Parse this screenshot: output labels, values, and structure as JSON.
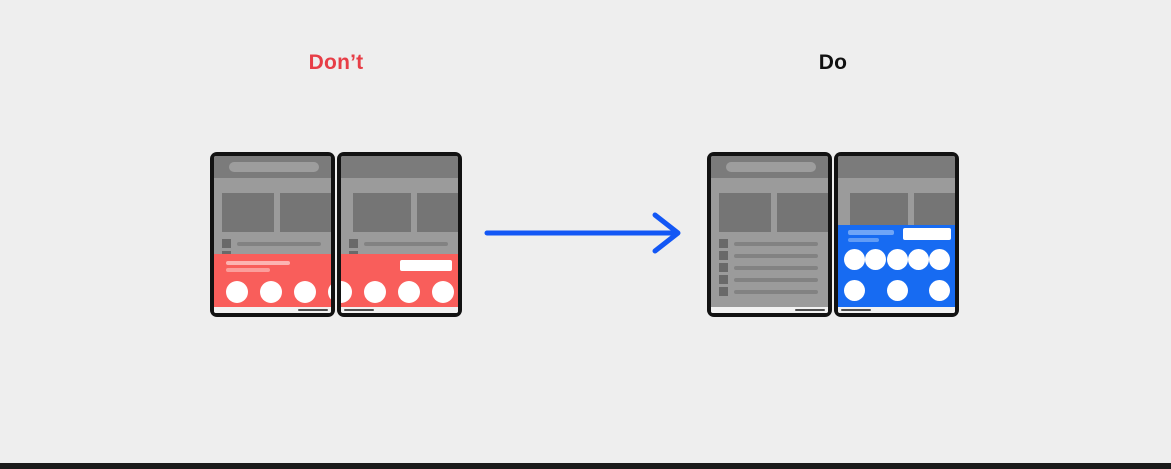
{
  "labels": {
    "dont": "Don’t",
    "do": "Do"
  },
  "colors": {
    "bg": "#EEEEEE",
    "bezel": "#121212",
    "body": "#9B9B9B",
    "topbar": "#7B7B7B",
    "pill": "#9D9D9D",
    "card": "#757575",
    "line": "#828282",
    "square": "#696969",
    "sheet_red": "#F95E5B",
    "red_line1": "#FCB4B2",
    "red_line2": "#FB9E9B",
    "sheet_blue": "#176BF2",
    "blue_line": "#6FA5F7",
    "white": "#FFFFFF",
    "syspanel": "#F2F2F2",
    "indicator": "#4D4D4D",
    "arrow_blue": "#1357F5",
    "dont_label": "#E73E47",
    "do_label": "#111111",
    "bottom_edge": "#1A1A1A"
  },
  "arrow": {
    "icon": "arrow-right-icon",
    "direction": "right"
  },
  "counts": {
    "dont_left_list_rows": 3,
    "dont_right_list_rows": 3,
    "do_left_list_rows": 5,
    "dont_left_sheet_circles": 4,
    "dont_right_sheet_circles": 4,
    "do_sheet_circles": 8,
    "red_sheet_title_lines": 2,
    "blue_sheet_title_lines": 2
  },
  "mockups": {
    "dont": {
      "description": "bottom sheet spans both screens across the fold",
      "sheet_color": "red",
      "panels": [
        "left-with-search-and-sheet-title",
        "right-with-sheet-button"
      ]
    },
    "do": {
      "description": "bottom sheet confined to one screen",
      "sheet_color": "blue",
      "panels": [
        "left-plain-list",
        "right-with-full-sheet"
      ]
    }
  }
}
